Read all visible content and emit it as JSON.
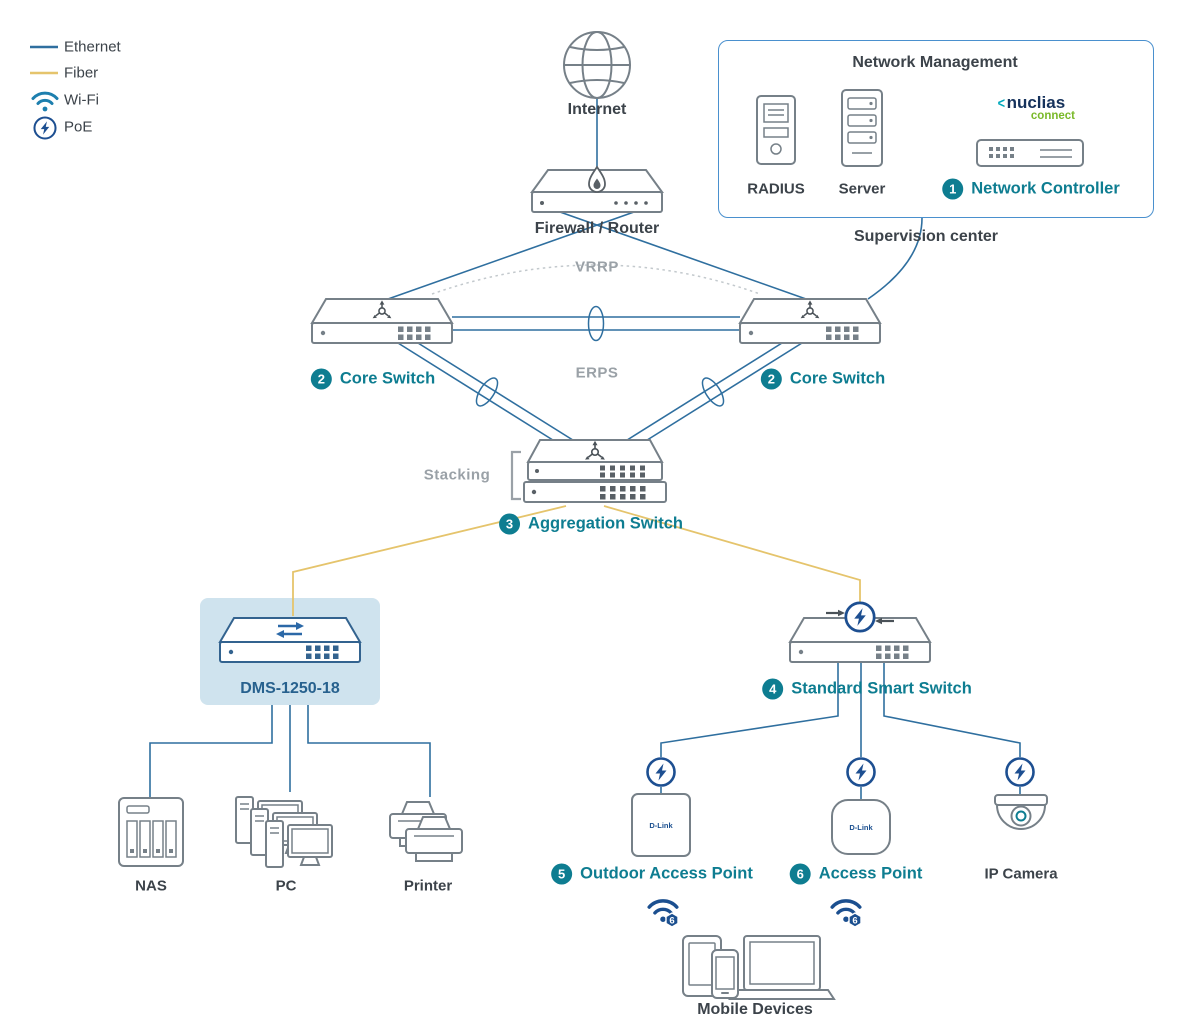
{
  "colors": {
    "ethernet_line": "#2f6f9f",
    "fiber_line": "#e5c46c",
    "accent_teal": "#0e7d91",
    "poe_navy": "#1d4f91",
    "wifi_blue": "#1d7fae",
    "device_gray": "#768088",
    "label_dark": "#3c434a",
    "muted_gray": "#9aa1a7",
    "dms_highlight": "#cfe3ee",
    "dms_blue": "#33638f",
    "management_border": "#4a90ce",
    "nuclias_navy": "#16325c",
    "nuclias_teal": "#00a9bc",
    "nuclias_green": "#7ab929"
  },
  "legend": {
    "items": [
      {
        "id": "ethernet",
        "label": "Ethernet"
      },
      {
        "id": "fiber",
        "label": "Fiber"
      },
      {
        "id": "wifi",
        "label": "Wi-Fi"
      },
      {
        "id": "poe",
        "label": "PoE"
      }
    ]
  },
  "nodes": {
    "internet": {
      "label": "Internet"
    },
    "firewall": {
      "label": "Firewall / Router"
    },
    "management": {
      "title": "Network Management",
      "radius": {
        "label": "RADIUS"
      },
      "server": {
        "label": "Server"
      },
      "controller": {
        "badge": "1",
        "label": "Network Controller"
      },
      "brand": {
        "chevron": "<",
        "name": "nuclias",
        "sub": "connect"
      },
      "caption": "Supervision center"
    },
    "core_left": {
      "badge": "2",
      "label": "Core Switch"
    },
    "core_right": {
      "badge": "2",
      "label": "Core Switch"
    },
    "aggregation": {
      "badge": "3",
      "label": "Aggregation Switch"
    },
    "dms": {
      "label": "DMS-1250-18"
    },
    "smart": {
      "badge": "4",
      "label": "Standard Smart Switch"
    },
    "nas": {
      "label": "NAS"
    },
    "pc": {
      "label": "PC"
    },
    "printer": {
      "label": "Printer"
    },
    "outdoor_ap": {
      "badge": "5",
      "label": "Outdoor Access Point",
      "brand": "D-Link"
    },
    "ap": {
      "badge": "6",
      "label": "Access Point",
      "brand": "D-Link"
    },
    "ip_camera": {
      "label": "IP Camera"
    },
    "mobile": {
      "label": "Mobile Devices"
    }
  },
  "annotations": {
    "vrrp": "VRRP",
    "erps": "ERPS",
    "stacking": "Stacking",
    "wifi6_badge": "6"
  }
}
